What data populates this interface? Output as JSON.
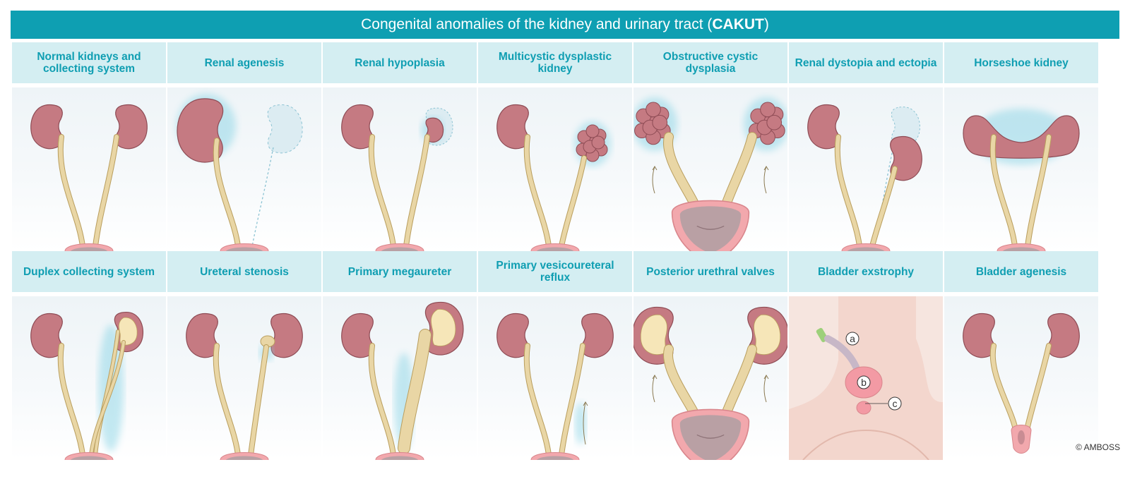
{
  "title": {
    "main": "Congenital anomalies of the kidney and urinary tract (",
    "bold": "CAKUT",
    "end": ")"
  },
  "panels": [
    {
      "label": "Normal kidneys and collecting system",
      "variant": "normal"
    },
    {
      "label": "Renal agenesis",
      "variant": "agenesis"
    },
    {
      "label": "Renal hypoplasia",
      "variant": "hypoplasia"
    },
    {
      "label": "Multicystic dysplastic kidney",
      "variant": "mcdk"
    },
    {
      "label": "Obstructive cystic dysplasia",
      "variant": "ocd"
    },
    {
      "label": "Renal dystopia and ectopia",
      "variant": "ectopia"
    },
    {
      "label": "Horseshoe kidney",
      "variant": "horseshoe"
    },
    {
      "label": "Duplex collecting system",
      "variant": "duplex"
    },
    {
      "label": "Ureteral stenosis",
      "variant": "stenosis"
    },
    {
      "label": "Primary megaureter",
      "variant": "megaureter"
    },
    {
      "label": "Primary vesicoureteral reflux",
      "variant": "vur"
    },
    {
      "label": "Posterior urethral valves",
      "variant": "puv"
    },
    {
      "label": "Bladder exstrophy",
      "variant": "exstrophy"
    },
    {
      "label": "Bladder agenesis",
      "variant": "bladder-agenesis"
    }
  ],
  "exstrophy_markers": [
    "a",
    "b",
    "c"
  ],
  "copyright": "© AMBOSS",
  "colors": {
    "kidney": "#c57a82",
    "kidney_stroke": "#8e4c55",
    "ureter": "#e9d6a5",
    "ureter_stroke": "#b99e5e",
    "bladder_wall": "#f2a8ad",
    "bladder_inner": "#b9a0a4",
    "highlight": "#7fd0e3",
    "header_bg": "#d4eef2",
    "header_text": "#0f9eb2",
    "title_bg": "#0e9fb2"
  }
}
